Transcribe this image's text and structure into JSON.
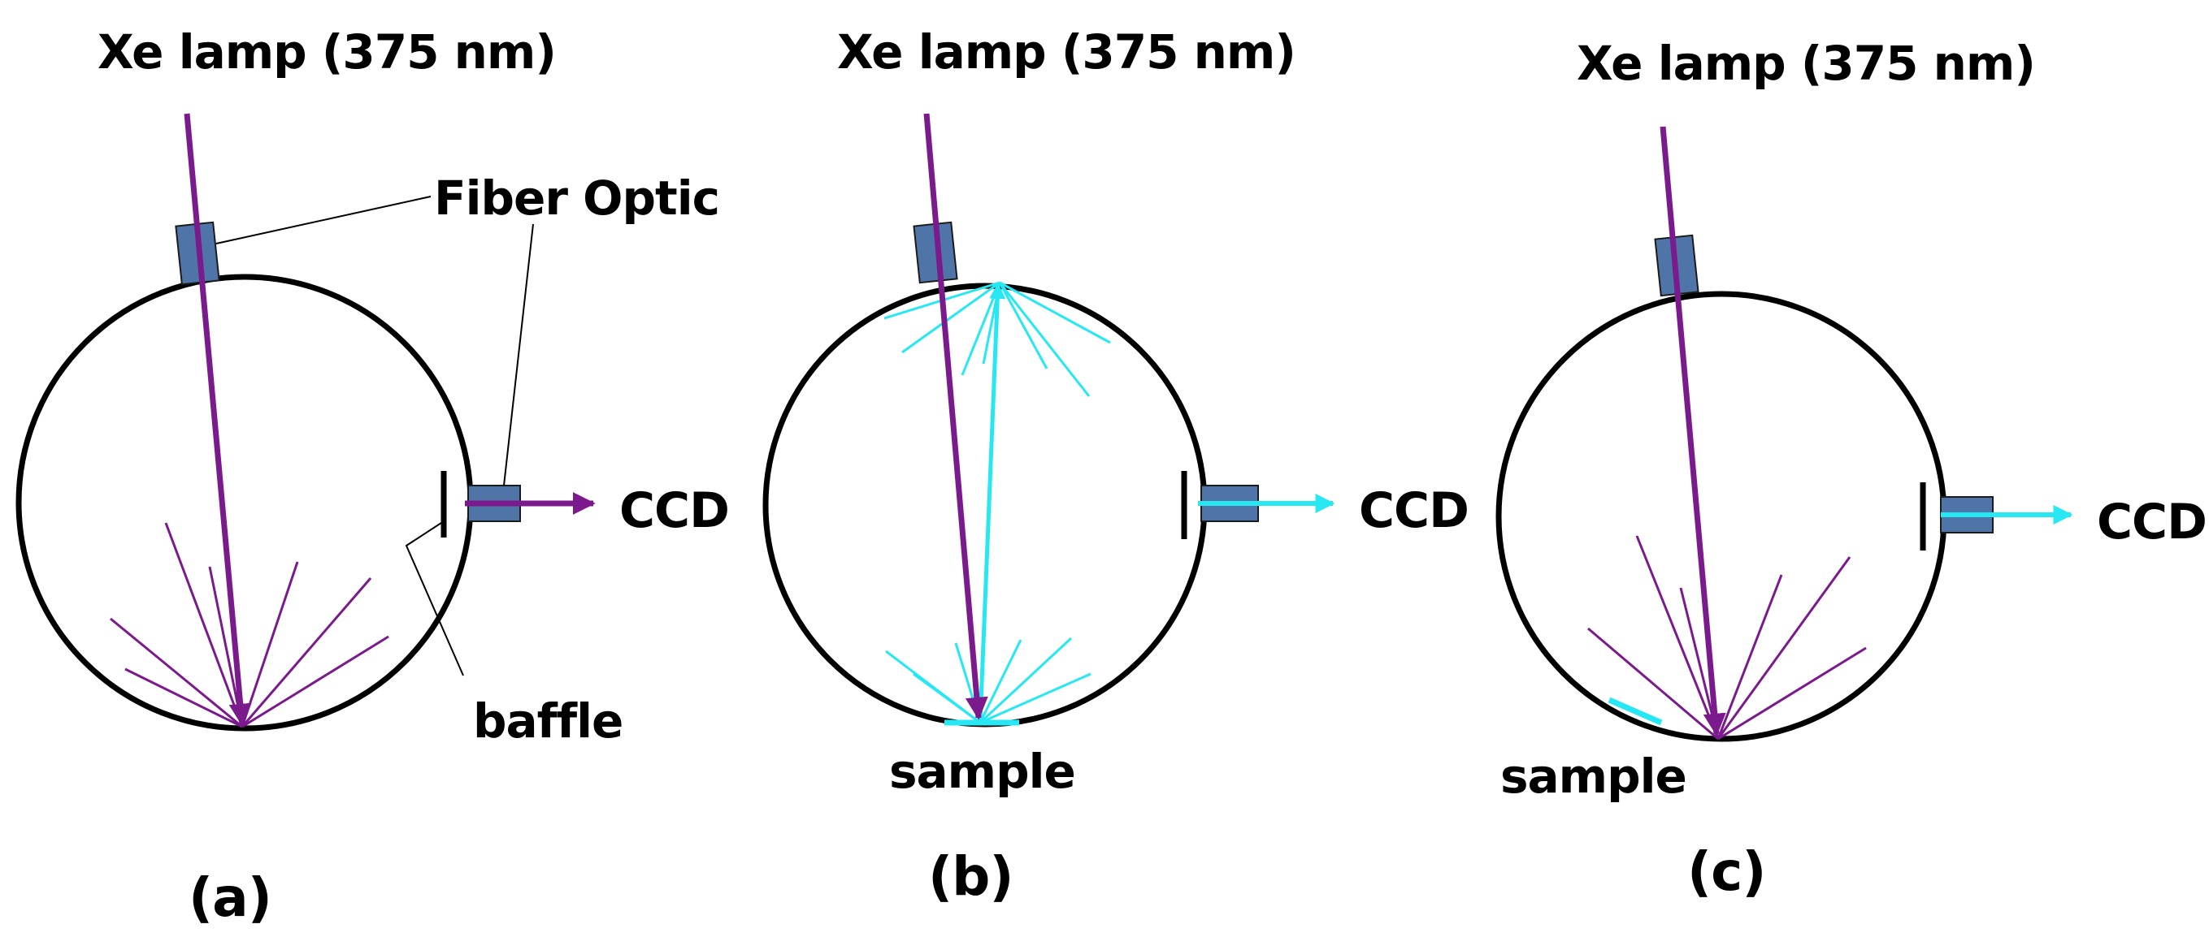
{
  "colors": {
    "excitation": "#7b1a8c",
    "emission": "#27e8f2",
    "fiber": "#4f74a8",
    "fiber_border": "#1b1b1b",
    "outline": "#000000"
  },
  "panels": [
    {
      "id": "a",
      "lamp_label": "Xe lamp (375 nm)",
      "ccd_label": "CCD",
      "panel_label": "(a)",
      "fiber_label": "Fiber Optic",
      "baffle_label": "baffle",
      "sample_label": "",
      "output_beam": "excitation"
    },
    {
      "id": "b",
      "lamp_label": "Xe lamp (375 nm)",
      "ccd_label": "CCD",
      "panel_label": "(b)",
      "sample_label": "sample",
      "output_beam": "emission"
    },
    {
      "id": "c",
      "lamp_label": "Xe lamp (375 nm)",
      "ccd_label": "CCD",
      "panel_label": "(c)",
      "sample_label": "sample",
      "output_beam": "emission"
    }
  ]
}
